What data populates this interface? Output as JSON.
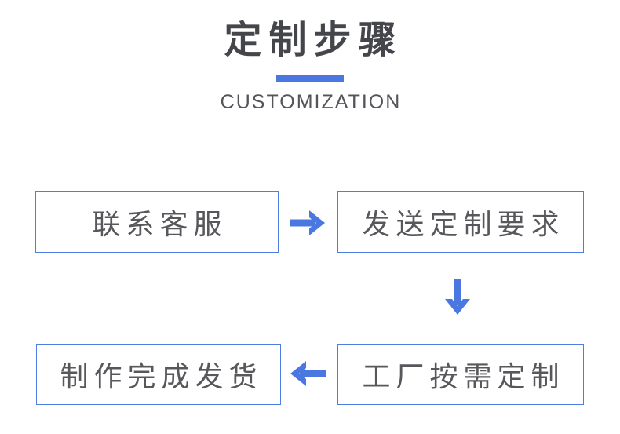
{
  "header": {
    "title": "定制步骤",
    "subtitle": "CUSTOMIZATION"
  },
  "flow": {
    "steps": [
      {
        "id": 1,
        "label": "联系客服"
      },
      {
        "id": 2,
        "label": "发送定制要求"
      },
      {
        "id": 3,
        "label": "工厂按需定制"
      },
      {
        "id": 4,
        "label": "制作完成发货"
      }
    ],
    "arrows": [
      {
        "from": 1,
        "to": 2,
        "direction": "right"
      },
      {
        "from": 2,
        "to": 3,
        "direction": "down"
      },
      {
        "from": 3,
        "to": 4,
        "direction": "left"
      }
    ]
  },
  "colors": {
    "accent": "#4a78e0",
    "box_border": "#4f7ee3",
    "title_text": "#45464b",
    "subtitle_text": "#54555a",
    "box_text": "#58585c",
    "background": "#ffffff"
  }
}
